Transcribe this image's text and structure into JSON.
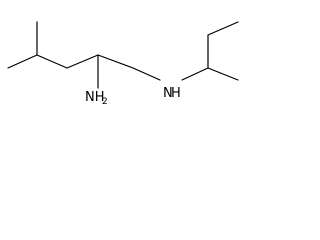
{
  "molecule": {
    "atoms": {
      "amine_n": "N",
      "amine_h": "H",
      "amino": {
        "base": "NH",
        "subscript": "2"
      }
    }
  },
  "colors": {
    "bond": "#000000",
    "label": "#000000",
    "background": "#ffffff"
  }
}
